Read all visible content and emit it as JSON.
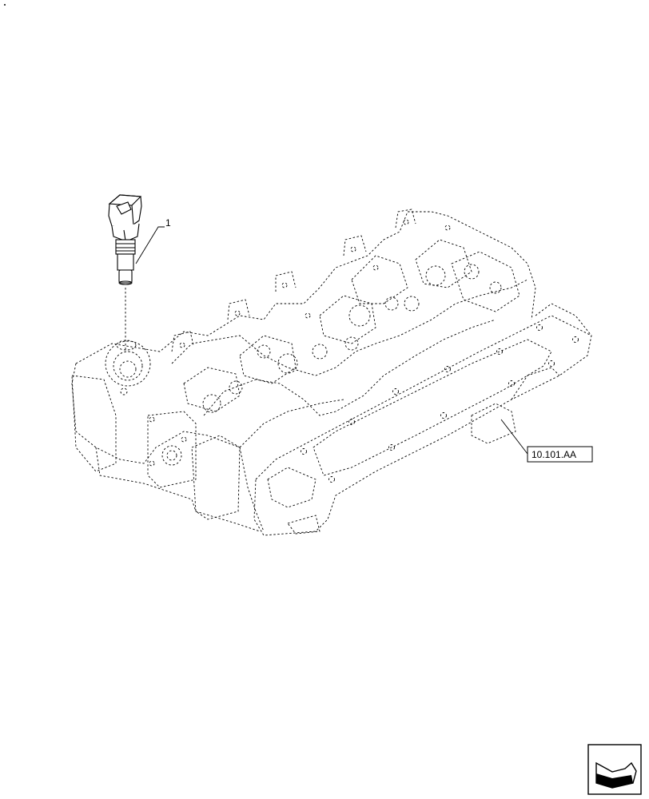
{
  "callouts": [
    {
      "id": "item-1",
      "label": "1"
    }
  ],
  "references": [
    {
      "id": "ref-cylinder-head",
      "label": "10.101.AA"
    }
  ],
  "icons": {
    "corner_dot": "dot",
    "navigation": "arrow-next-page-icon"
  },
  "colors": {
    "line": "#000000",
    "background": "#ffffff"
  }
}
